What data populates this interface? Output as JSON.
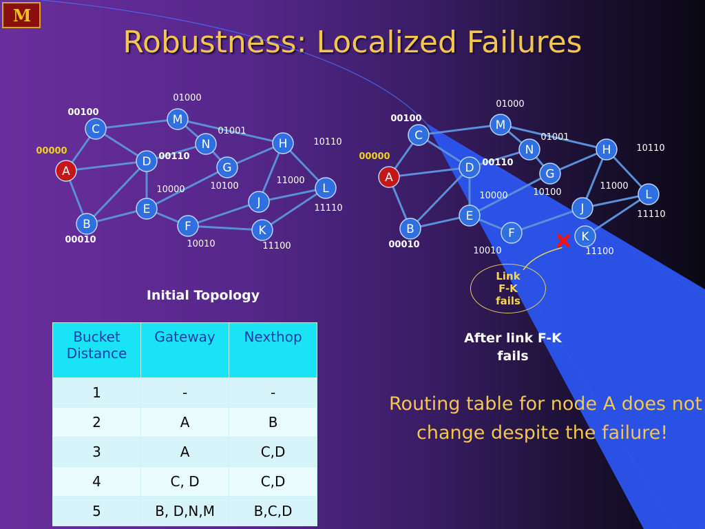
{
  "slide": {
    "logo_text": "M",
    "title": "Robustness: Localized Failures",
    "caption_initial": "Initial Topology",
    "caption_after": "After link F-K fails",
    "callout": "Link\nF-K\nfails",
    "note": "Routing table for node A does not change despite the failure!"
  },
  "graph_initial": {
    "nodes": [
      {
        "id": "A",
        "label": "A",
        "code": "00000"
      },
      {
        "id": "B",
        "label": "B",
        "code": "00010"
      },
      {
        "id": "C",
        "label": "C",
        "code": "00100"
      },
      {
        "id": "D",
        "label": "D",
        "code": "00110"
      },
      {
        "id": "E",
        "label": "E",
        "code": "10000"
      },
      {
        "id": "F",
        "label": "F",
        "code": "10010"
      },
      {
        "id": "G",
        "label": "G",
        "code": "10100"
      },
      {
        "id": "H",
        "label": "H",
        "code": "10110"
      },
      {
        "id": "J",
        "label": "J",
        "code": "11000"
      },
      {
        "id": "K",
        "label": "K",
        "code": "11100"
      },
      {
        "id": "L",
        "label": "L",
        "code": "11110"
      },
      {
        "id": "M",
        "label": "M",
        "code": "01000"
      },
      {
        "id": "N",
        "label": "N",
        "code": "01001"
      }
    ],
    "edges": [
      [
        "A",
        "C"
      ],
      [
        "A",
        "D"
      ],
      [
        "A",
        "B"
      ],
      [
        "C",
        "M"
      ],
      [
        "C",
        "D"
      ],
      [
        "M",
        "N"
      ],
      [
        "M",
        "H"
      ],
      [
        "N",
        "G"
      ],
      [
        "D",
        "N"
      ],
      [
        "D",
        "E"
      ],
      [
        "B",
        "E"
      ],
      [
        "B",
        "D"
      ],
      [
        "E",
        "F"
      ],
      [
        "E",
        "G"
      ],
      [
        "G",
        "H"
      ],
      [
        "H",
        "J"
      ],
      [
        "H",
        "L"
      ],
      [
        "J",
        "L"
      ],
      [
        "F",
        "J"
      ],
      [
        "F",
        "K"
      ],
      [
        "K",
        "L"
      ]
    ]
  },
  "graph_after": {
    "edges": [
      [
        "A",
        "C"
      ],
      [
        "A",
        "D"
      ],
      [
        "A",
        "B"
      ],
      [
        "C",
        "M"
      ],
      [
        "C",
        "D"
      ],
      [
        "M",
        "N"
      ],
      [
        "M",
        "H"
      ],
      [
        "N",
        "G"
      ],
      [
        "D",
        "N"
      ],
      [
        "D",
        "E"
      ],
      [
        "B",
        "E"
      ],
      [
        "B",
        "D"
      ],
      [
        "E",
        "F"
      ],
      [
        "E",
        "G"
      ],
      [
        "G",
        "H"
      ],
      [
        "H",
        "J"
      ],
      [
        "H",
        "L"
      ],
      [
        "J",
        "L"
      ],
      [
        "F",
        "J"
      ],
      [
        "K",
        "L"
      ]
    ],
    "failed_edge": [
      "F",
      "K"
    ]
  },
  "table": {
    "headers": [
      "Bucket Distance",
      "Gateway",
      "Nexthop"
    ],
    "rows": [
      [
        "1",
        "-",
        "-"
      ],
      [
        "2",
        "A",
        "B"
      ],
      [
        "3",
        "A",
        "C,D"
      ],
      [
        "4",
        "C, D",
        "C,D"
      ],
      [
        "5",
        "B, D,N,M",
        "B,C,D"
      ]
    ]
  },
  "colors": {
    "node_fill": "#2f6fe0",
    "node_highlight": "#c41818",
    "edge": "#5b8fd8",
    "code_highlight": "#f0d020",
    "title": "#f3c64f",
    "table_header": "#19e3f4",
    "fail_mark": "#e41818"
  }
}
